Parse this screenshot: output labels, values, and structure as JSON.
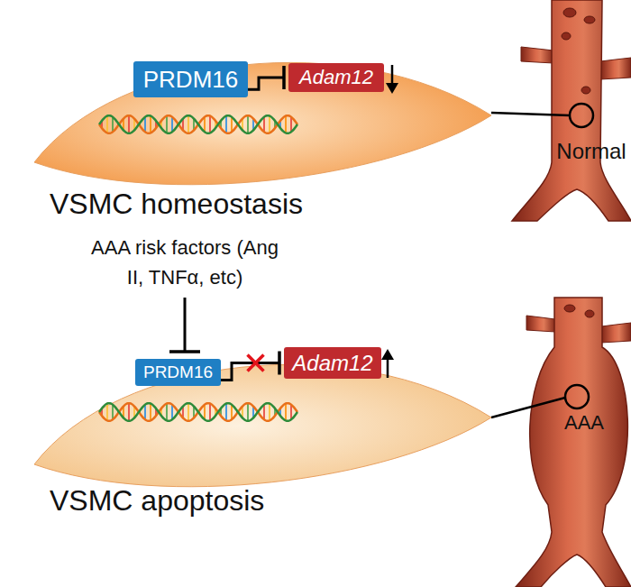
{
  "diagram": {
    "nodes": [
      {
        "text": [
          "VSMC homeostasis"
        ]
      },
      {
        "text": [
          "PRDM16"
        ],
        "in": 0
      },
      {
        "text": [
          "Adam12"
        ],
        "in": 0
      },
      {
        "text": [
          "VSMC apoptosis"
        ]
      },
      {
        "text": [
          "PRDM16"
        ],
        "in": 3
      },
      {
        "text": [
          "Adam12"
        ],
        "in": 3
      }
    ],
    "edges": [
      {
        "from": 1,
        "to": 2,
        "arrow": "to"
      },
      {
        "from": 4,
        "to": 5,
        "arrow": "to"
      }
    ],
    "labels": [
      "Normal",
      "AAA risk factors (Ang II, TNFα, etc)",
      "AAA"
    ]
  }
}
